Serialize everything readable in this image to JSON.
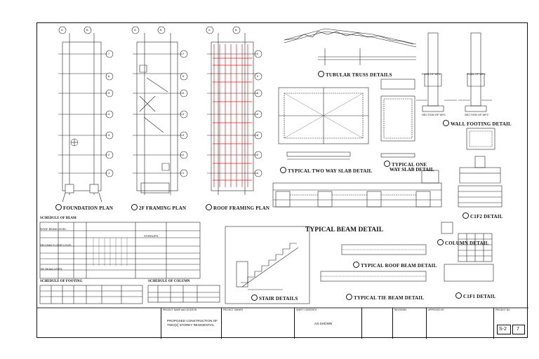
{
  "plans": {
    "axes": [
      "A",
      "B"
    ],
    "grid_numbers": [
      "7",
      "6",
      "5",
      "4",
      "3",
      "2",
      "1"
    ],
    "titles": [
      "FOUNDATION PLAN",
      "2F FRAMING PLAN",
      "ROOF FRAMING PLAN"
    ]
  },
  "details": {
    "tubular_truss": "TUBULAR TRUSS DETAILS",
    "two_way_slab": "TYPICAL TWO WAY SLAB DETAIL",
    "one_way_slab_1": "TYPICAL ONE",
    "one_way_slab_2": "WAY SLAB DETAIL",
    "wall_footing": "WALL FOOTING DETAIL",
    "typical_beam": "TYPICAL BEAM DETAIL",
    "column": "COLUMN DETAIL",
    "cf1": "C1F1 DETAIL",
    "cf2": "C1F2 DETAIL",
    "roof_beam": "TYPICAL ROOF BEAM DETAIL",
    "tie_beam": "TYPICAL TIE BEAM DETAIL",
    "stair": "STAIR DETAILS",
    "plan_of_wf1": "PLAN OF WF1",
    "plan_of_wf2": "PLAN OF WF2",
    "section_wf1": "SECTION OF WF1",
    "section_wf2": "SECTION OF WF2"
  },
  "schedules": {
    "beam": "SCHEDULE OF BEAM",
    "roof_beam_level": "ROOF BEAM LEVEL",
    "second_floor_level": "SECOND FLOOR LEVEL",
    "tie_beam_level": "TIE BEAM LEVEL",
    "footing": "SCHEDULE OF FOOTING",
    "column": "SCHEDULE OF COLUMN",
    "stirrups": "STIRRUPS"
  },
  "title_block": {
    "project_title_label": "PROJECT NAME and LOCATION",
    "project_title_1": "PROPOSED CONSTRUCTION OF",
    "project_title_2": "TWO(2) STOREY RESIDENTIAL",
    "project_owner_label": "PROJECT OWNER",
    "sheet_contents_label": "SHEET CONTENTS",
    "scale": "AS-SHOWN",
    "revisions_label": "REVISIONS",
    "approved_label": "APPROVED BY",
    "project_no_label": "PROJECT NO.",
    "sheet_code": "S-2",
    "sheet_no": "7"
  }
}
